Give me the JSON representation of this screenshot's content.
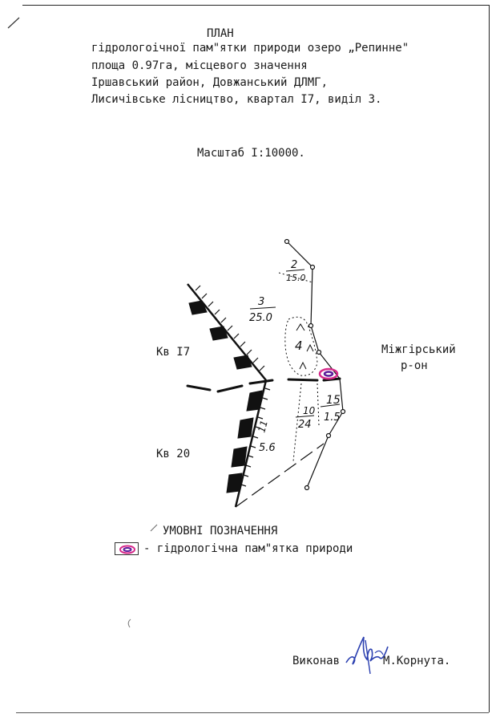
{
  "header": {
    "title": "ПЛАН",
    "line1": "гідрологоічної пам\"ятки природи озеро „Репинне\"",
    "line2": "площа 0.97га, місцевого значення",
    "line3": "Іршавський район, Довжанський ДЛМГ,",
    "line4": "Лисичівське лісництво, квартал І7, виділ 3."
  },
  "scale": "Масштаб І:10000.",
  "labels": {
    "kv17": "Кв  І7",
    "kv20": "Кв 20",
    "region_line1": "Міжгірський",
    "region_line2": "р-он"
  },
  "plots": [
    {
      "num": "2",
      "den": "15.0"
    },
    {
      "num": "3",
      "den": "25.0"
    },
    {
      "num": "4",
      "den": ""
    },
    {
      "num": "10",
      "den": "24"
    },
    {
      "num": "15",
      "den": "1.5"
    },
    {
      "num": "11",
      "den": "5.6"
    }
  ],
  "legend": {
    "title": "УМОВНІ ПОЗНАЧЕННЯ",
    "item_text": "- гідрологічна пам\"ятка природи",
    "symbol_color": "#7a1fa8",
    "symbol_outline_color": "#d62a8a"
  },
  "footer": {
    "label": "Виконав",
    "name": "М.Корнута."
  }
}
